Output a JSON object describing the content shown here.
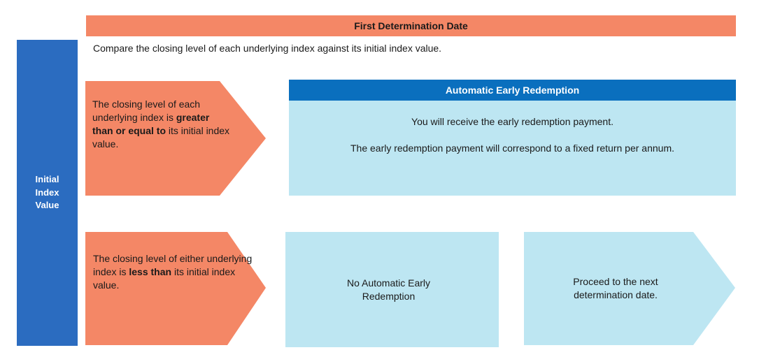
{
  "colors": {
    "orange": "#f48766",
    "blue": "#2b6cc0",
    "header_blue": "#0a6fbe",
    "light_blue": "#bde6f2"
  },
  "left_bar": {
    "label": "Initial Index Value"
  },
  "top_header": {
    "title": "First Determination Date"
  },
  "instruction": "Compare the closing level of each underlying index against its initial index value.",
  "condition_1": {
    "before": "The closing level of each underlying index is ",
    "bold": "greater than or equal to",
    "after": " its initial index value."
  },
  "condition_2": {
    "before": "The closing level of either underlying index is ",
    "bold": "less than",
    "after": " its initial index value."
  },
  "outcome_1": {
    "title": "Automatic Early Redemption",
    "line1": "You will receive the early redemption payment.",
    "line2": "The early redemption payment will correspond to a fixed return per annum."
  },
  "outcome_2": {
    "label": "No Automatic Early Redemption"
  },
  "next_step": {
    "label": "Proceed to the next determination date."
  }
}
